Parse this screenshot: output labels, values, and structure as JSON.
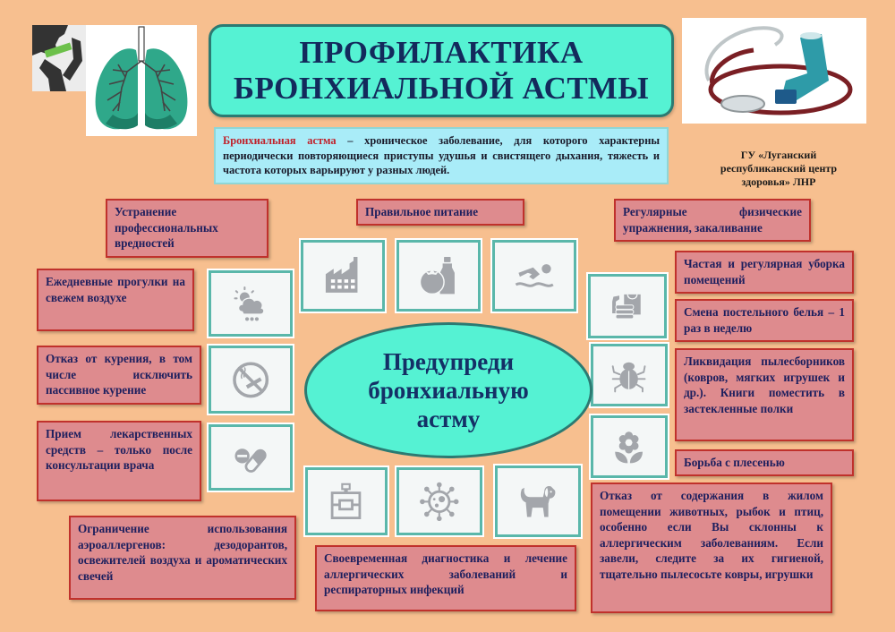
{
  "header": {
    "title_line1": "ПРОФИЛАКТИКА",
    "title_line2": "БРОНХИАЛЬНОЙ АСТМЫ"
  },
  "definition": {
    "term": "Бронхиальная астма",
    "text": " – хроническое заболевание, для которого характерны периодически повторяющиеся приступы удушья и свистящего дыхания, тяжесть и частота которых варьируют у разных людей."
  },
  "organization": {
    "line1": "ГУ «Луганский",
    "line2": "республиканский центр",
    "line3": "здоровья» ЛНР"
  },
  "center": {
    "line1": "Предупреди",
    "line2": "бронхиальную",
    "line3": "астму"
  },
  "images": {
    "top_left_1": "person-using-inhaler",
    "top_left_2": "lungs-illustration",
    "top_right": "stethoscope-and-inhaler-photo"
  },
  "tips": {
    "occupational": "Устранение профессиональных вредностей",
    "nutrition": "Правильное питание",
    "exercise": "Регулярные физические упражнения, закаливание",
    "walks": "Ежедневные прогулки на свежем воздухе",
    "smoking": "Отказ от курения, в том числе исключить пассивное курение",
    "medication": "Прием лекарственных средств – только после консультации врача",
    "aeroallergens": "Ограничение использования аэроаллергенов: дезодорантов, освежителей воздуха и ароматических свечей",
    "diagnostics": "Своевременная диагностика и лечение аллергических заболеваний и респираторных инфекций",
    "cleaning": "Частая и регулярная уборка помещений",
    "bedding": "Смена постельного белья – 1 раз в неделю",
    "dust": "Ликвидация пылесборников (ковров, мягких игрушек и др.). Книги поместить в застекленные полки",
    "mold": "Борьба с плесенью",
    "pets": "Отказ от содержания в жилом помещении животных, рыбок и птиц, особенно если Вы склонны к аллергическим заболеваниям. Если завели, следите за их гигиеной, тщательно пылесосьте ковры, игрушки"
  },
  "icons": [
    "factory-icon",
    "food-icon",
    "swimming-icon",
    "weather-icon",
    "no-smoking-icon",
    "pills-icon",
    "cleaning-icon",
    "bug-icon",
    "flower-icon",
    "perfume-icon",
    "virus-icon",
    "dog-icon"
  ],
  "colors": {
    "background": "#f7bf8f",
    "title_fill": "#55f2d3",
    "title_border": "#2c7a72",
    "definition_fill": "#a9ecf8",
    "tip_fill": "#de8b8e",
    "tip_border": "#c0312c",
    "tip_text": "#1d1f5e",
    "icon_tile_border": "#5ab7aa",
    "icon_gray": "#a3a6ab",
    "term_red": "#c0202a"
  }
}
